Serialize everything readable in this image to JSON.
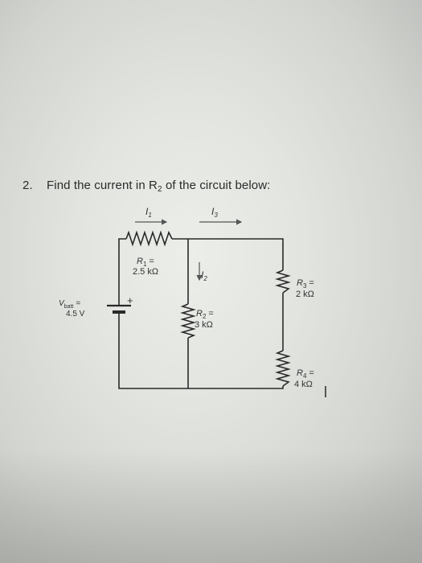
{
  "question": {
    "number": "2.",
    "text_before": "Find the current in R",
    "text_sub": "2",
    "text_after": " of the circuit below:"
  },
  "currents": {
    "i1": {
      "main": "I",
      "sub": "1"
    },
    "i2": {
      "main": "I",
      "sub": "2"
    },
    "i3": {
      "main": "I",
      "sub": "3"
    }
  },
  "battery": {
    "name_main": "V",
    "name_sub": "batt",
    "equals": "=",
    "value": "4.5 V",
    "plus": "+"
  },
  "resistors": {
    "r1": {
      "name_main": "R",
      "name_sub": "1",
      "equals": "=",
      "value": "2.5 kΩ"
    },
    "r2": {
      "name_main": "R",
      "name_sub": "2",
      "equals": "=",
      "value": "3 kΩ"
    },
    "r3": {
      "name_main": "R",
      "name_sub": "3",
      "equals": "=",
      "value": "2 kΩ"
    },
    "r4": {
      "name_main": "R",
      "name_sub": "4",
      "equals": "=",
      "value": "4 kΩ"
    }
  },
  "colors": {
    "wire": "#2a2a2a",
    "text": "#333333"
  }
}
